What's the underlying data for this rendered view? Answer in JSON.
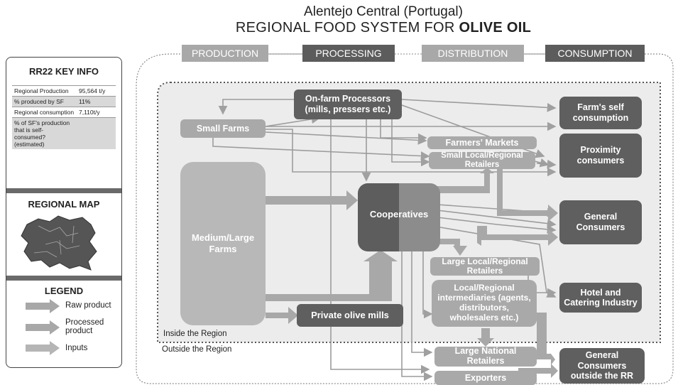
{
  "title": {
    "line1": "Alentejo Central (Portugal)",
    "line2_prefix": "REGIONAL FOOD SYSTEM FOR ",
    "line2_bold": "OLIVE OIL"
  },
  "stages": [
    "PRODUCTION",
    "PROCESSING",
    "DISTRIBUTION",
    "CONSUMPTION"
  ],
  "key_info": {
    "heading": "RR22 KEY INFO",
    "rows": [
      {
        "label": "Regional Production",
        "value": "95,564 t/y"
      },
      {
        "label": "% produced by SF",
        "value": "11%"
      },
      {
        "label": "Regional consumption",
        "value": "7,110t/y"
      },
      {
        "label": "% of SF's production that is self-consumed? (estimated)",
        "value": ""
      }
    ]
  },
  "map": {
    "heading": "REGIONAL MAP"
  },
  "legend": {
    "heading": "LEGEND",
    "items": [
      "Raw product",
      "Processed product",
      "Inputs"
    ]
  },
  "nodes": {
    "small_farms": "Small Farms",
    "medium_large_farms": "Medium/Large Farms",
    "on_farm": "On-farm Processors (mills, pressers etc.)",
    "cooperatives": "Cooperatives",
    "private_mills": "Private olive mills",
    "farmers_markets": "Farmers' Markets",
    "small_retailers": "Small Local/Regional Retailers",
    "large_local": "Large Local/Regional Retailers",
    "intermediaries": "Local/Regional intermediaries (agents, distributors, wholesalers etc.)",
    "large_national": "Large National Retailers",
    "exporters": "Exporters",
    "farm_self": "Farm's self consumption",
    "proximity": "Proximity consumers",
    "general": "General Consumers",
    "hotel": "Hotel and Catering Industry",
    "general_outside": "General Consumers outside the RR"
  },
  "region_labels": {
    "inside": "Inside the Region",
    "outside": "Outside the Region"
  }
}
